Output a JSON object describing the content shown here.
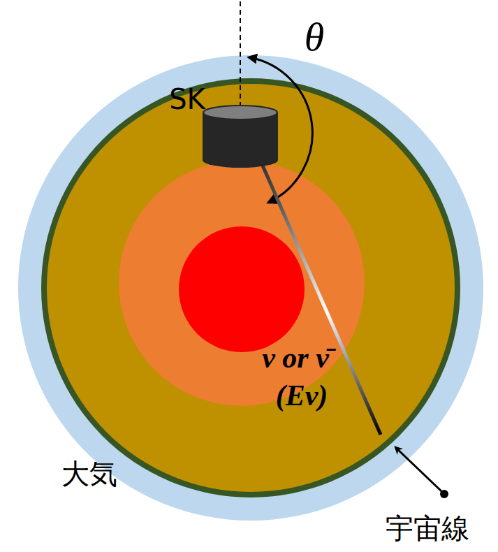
{
  "diagram": {
    "nodes": [
      {
        "text": [
          "SK"
        ]
      }
    ],
    "labels": [
      "θ",
      "ν or ν̄",
      "(Eν)",
      "大気",
      "宇宙線"
    ]
  }
}
